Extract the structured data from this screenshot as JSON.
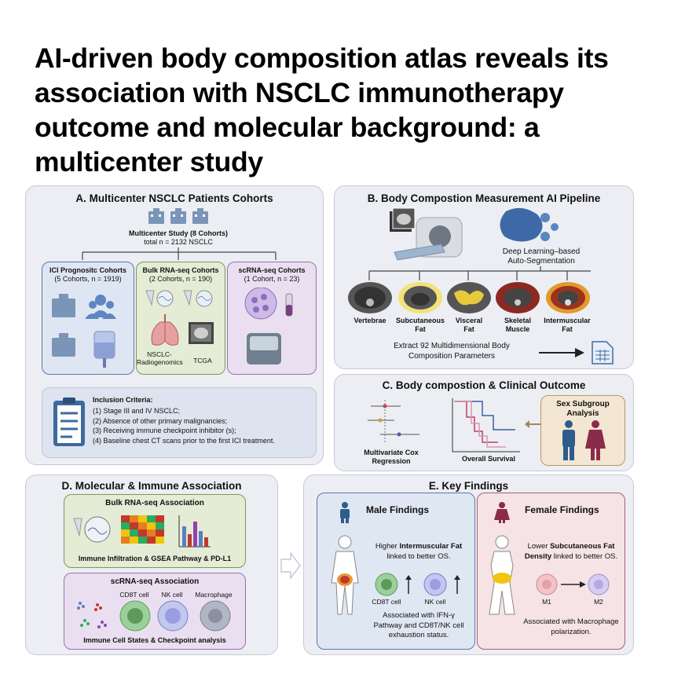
{
  "title": "AI-driven body composition atlas reveals its association with NSCLC immunotherapy outcome and molecular background: a multicenter study",
  "panelA": {
    "title": "A. Multicenter NSCLC Patients Cohorts",
    "study": "Multicenter Study (8 Cohorts)",
    "total": "total n = 2132 NSCLC",
    "ici_title": "ICI Prognositc Cohorts",
    "ici_sub": "(5 Cohorts, n = 1919)",
    "bulk_title": "Bulk RNA-seq Cohorts",
    "bulk_sub": "(2 Cohorts, n = 190)",
    "nsclc_label": "NSCLC-Radiogenomics",
    "tcga_label": "TCGA",
    "sc_title": "scRNA-seq Cohorts",
    "sc_sub": "(1 Cohort, n = 23)",
    "criteria_title": "Inclusion Criteria:",
    "criteria": [
      "(1) Stage III and IV NSCLC;",
      "(2) Absence of other primary malignancies;",
      "(3) Receiving immune checkpoint inhibitor (s);",
      "(4) Baseline chest CT scans prior to the first ICI treatment."
    ]
  },
  "panelB": {
    "title": "B. Body Compostion Measurement AI Pipeline",
    "dl_line1": "Deep Learning–based",
    "dl_line2": "Auto-Segmentation",
    "slices": [
      {
        "label1": "Vertebrae",
        "label2": ""
      },
      {
        "label1": "Subcutaneous",
        "label2": "Fat"
      },
      {
        "label1": "Visceral",
        "label2": "Fat"
      },
      {
        "label1": "Skeletal",
        "label2": "Muscle"
      },
      {
        "label1": "Intermuscular",
        "label2": "Fat"
      }
    ],
    "extract1": "Extract 92 Multidimensional Body",
    "extract2": "Composition Parameters"
  },
  "panelC": {
    "title": "C. Body compostion  & Clinical Outcome",
    "cox1": "Multivariate Cox",
    "cox2": "Regression",
    "os": "Overall Survival",
    "sex1": "Sex Subgroup",
    "sex2": "Analysis"
  },
  "panelD": {
    "title": "D. Molecular  & Immune Association",
    "bulk_title": "Bulk RNA-seq Association",
    "bulk_caption": "Immune Infiltration & GSEA Pathway & PD-L1",
    "sc_title": "scRNA-seq Association",
    "cells": [
      "CD8T cell",
      "NK cell",
      "Macrophage"
    ],
    "sc_caption": "Immune Cell States & Checkpoint analysis"
  },
  "panelE": {
    "title": "E. Key Findings",
    "male_title": "Male Findings",
    "male_text1": "Higher ",
    "male_bold": "Intermuscular Fat",
    "male_text2": " linked to better OS.",
    "male_cells": [
      "CD8T cell",
      "NK cell"
    ],
    "male_assoc": "Associated with IFN-γ Pathway and CD8T/NK cell exhaustion status.",
    "female_title": "Female Findings",
    "female_text1": "Lower ",
    "female_bold": "Subcutaneous Fat Density",
    "female_text2": " linked to better OS.",
    "female_cells": [
      "M1",
      "M2"
    ],
    "female_assoc": "Associated with Macrophage polarization."
  },
  "colors": {
    "panel_bg": "#eceef3",
    "ici_bg": "#dfe6f3",
    "bulk_bg": "#e4ecd6",
    "sc_bg": "#eadff0",
    "male_bg": "#dfe7f3",
    "female_bg": "#f5e3e6",
    "sex_bg": "#f3e6d3",
    "male_blue": "#2e5d8d",
    "female_red": "#8b2b4b"
  }
}
